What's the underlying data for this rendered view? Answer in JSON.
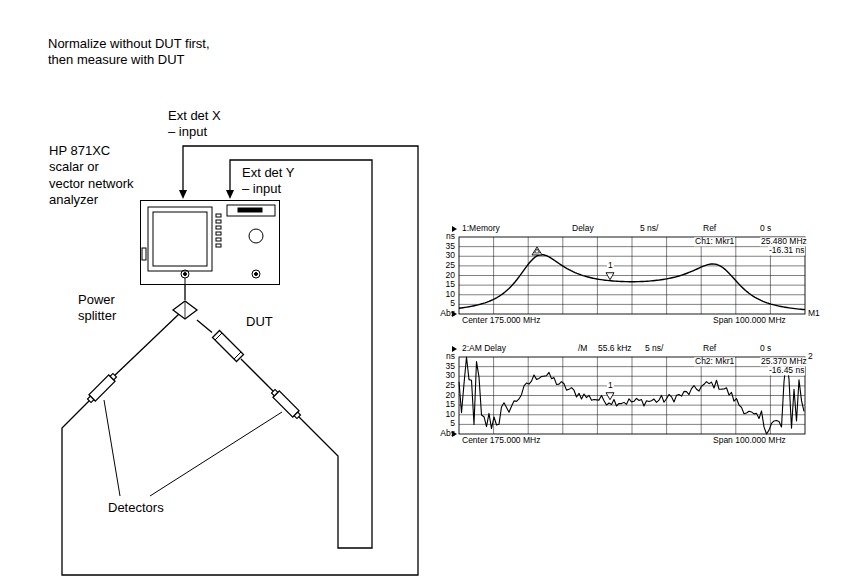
{
  "diagram": {
    "title": "Normalize without DUT first, then measure with DUT",
    "nodes": [
      {
        "text": [
          "HP 871XC scalar or vector network analyzer"
        ]
      },
      {
        "text": [
          "Power splitter"
        ]
      },
      {
        "text": [
          "DUT"
        ]
      }
    ],
    "edges": [
      {
        "from": 0,
        "to": 1,
        "arrow": "none"
      },
      {
        "from": 1,
        "to": 2,
        "arrow": "none"
      }
    ],
    "labels": [
      "Ext det X – input",
      "Ext det Y – input",
      "Detectors",
      "1:Memory",
      "Delay",
      "5 ns/",
      "Ref",
      "0 s",
      "Ch1: Mkr1",
      "25.480 MHz",
      "-16.31 ns",
      "ns",
      "35",
      "30",
      "25",
      "20",
      "15",
      "10",
      "5",
      "Abs",
      "1",
      "M1",
      "Center 175.000 MHz",
      "Span 100.000 MHz",
      "2:AM Delay",
      "/M",
      "55.6 kHz",
      "5 ns/",
      "Ref",
      "0 s",
      "Ch2: Mkr1",
      "25.370 MHz",
      "-16.45 ns",
      "2",
      "ns",
      "35",
      "30",
      "25",
      "20",
      "15",
      "10",
      "5",
      "Abs",
      "1",
      "Center 175.000 MHz",
      "Span 100.000 MHz"
    ]
  }
}
